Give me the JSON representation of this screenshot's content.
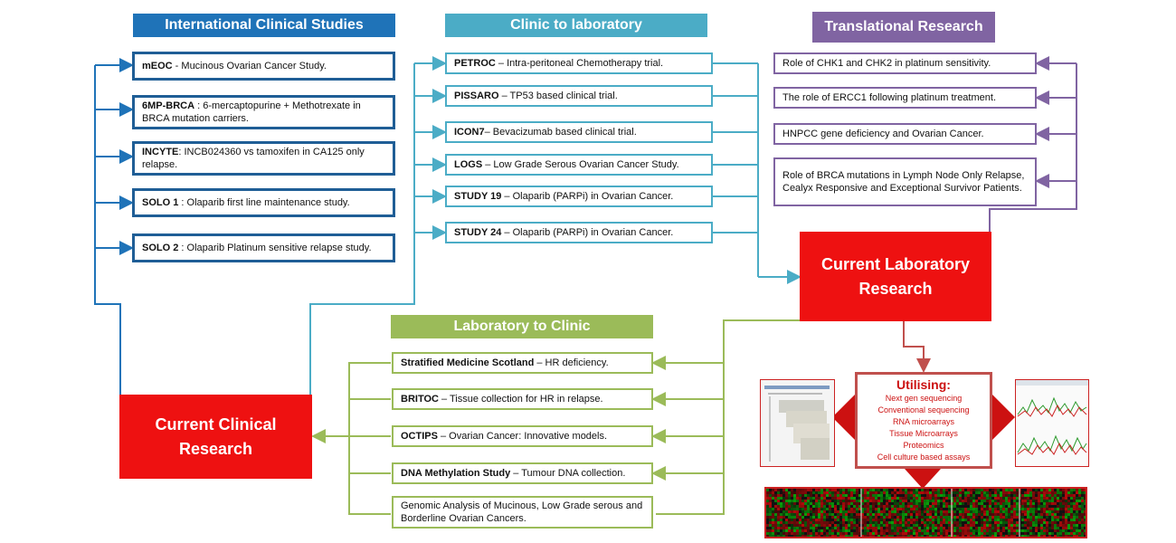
{
  "headers": {
    "international": "International Clinical Studies",
    "clinic_to_lab": "Clinic to laboratory",
    "translational": "Translational Research",
    "lab_to_clinic": "Laboratory  to Clinic"
  },
  "international_studies": [
    {
      "bold": "mEOC",
      "text": " -  Mucinous Ovarian Cancer Study."
    },
    {
      "bold": "6MP-BRCA",
      "text": " : 6-mercaptopurine + Methotrexate in BRCA mutation carriers."
    },
    {
      "bold": "INCYTE",
      "text": ": INCB024360  vs tamoxifen in CA125 only relapse."
    },
    {
      "bold": "SOLO 1",
      "text": " : Olaparib first line maintenance  study."
    },
    {
      "bold": "SOLO 2",
      "text": " : Olaparib Platinum sensitive relapse study."
    }
  ],
  "clinic_lab_trials": [
    {
      "bold": "PETROC",
      "text": " – Intra-peritoneal Chemotherapy trial."
    },
    {
      "bold": "PISSARO",
      "text": " – TP53 based clinical trial."
    },
    {
      "bold": "ICON7",
      "text": "– Bevacizumab based clinical trial."
    },
    {
      "bold": "LOGS",
      "text": " – Low Grade Serous Ovarian Cancer Study."
    },
    {
      "bold": "STUDY 19",
      "text": " – Olaparib (PARPi) in Ovarian Cancer."
    },
    {
      "bold": "STUDY 24",
      "text": " – Olaparib (PARPi) in Ovarian Cancer."
    }
  ],
  "translational_items": [
    "Role of CHK1 and CHK2 in platinum sensitivity.",
    "The role of ERCC1 following platinum treatment.",
    "HNPCC gene deficiency and Ovarian Cancer.",
    "Role of  BRCA mutations  in Lymph Node Only Relapse, Cealyx Responsive and Exceptional Survivor Patients."
  ],
  "lab_to_clinic_items": [
    {
      "bold": "Stratified Medicine Scotland",
      "text": " – HR deficiency."
    },
    {
      "bold": "BRITOC",
      "text": " – Tissue collection for HR in relapse."
    },
    {
      "bold": "OCTIPS",
      "text": " – Ovarian Cancer: Innovative models."
    },
    {
      "bold": "DNA Methylation Study",
      "text": " –  Tumour DNA collection."
    },
    {
      "bold": "",
      "text": "Genomic Analysis of Mucinous, Low Grade serous and Borderline Ovarian Cancers."
    }
  ],
  "current_lab_research": "Current Laboratory Research",
  "current_clinical_research": "Current Clinical Research",
  "utilising": {
    "title": "Utilising:",
    "items": [
      "Next gen sequencing",
      "Conventional sequencing",
      "RNA microarrays",
      "Tissue Microarrays",
      "Proteomics",
      "Cell culture based assays"
    ]
  },
  "colors": {
    "blue": "#1f73b8",
    "teal": "#4bacc6",
    "purple": "#8064a2",
    "green": "#9bbb59",
    "red": "#ee1111"
  }
}
